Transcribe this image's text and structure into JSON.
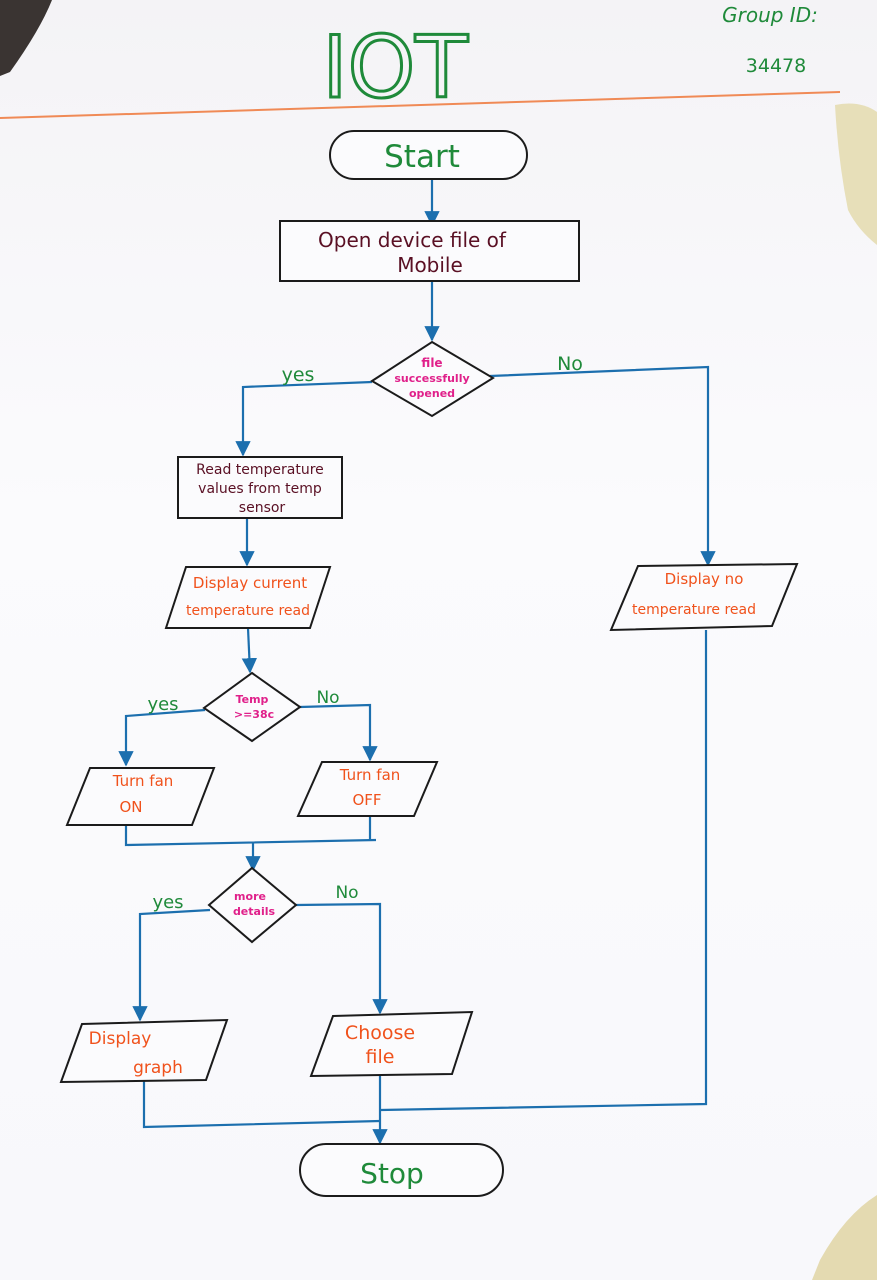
{
  "header": {
    "title": "IOT",
    "group_label": "Group ID:",
    "group_id": "34478"
  },
  "colors": {
    "line_blue": "#1c6fae",
    "green_text": "#1f8a3a",
    "maroon_text": "#5a1024",
    "orange_text": "#f0521c",
    "magenta_text": "#e0208a",
    "header_rule": "#f08a56"
  },
  "flowchart": {
    "start": "Start",
    "open_file": [
      "Open device file of",
      "Mobile"
    ],
    "file_decision": [
      "file",
      "successfully",
      "opened"
    ],
    "yes_1": "yes",
    "no_1": "No",
    "read_temp": [
      "Read temperature",
      "values from temp",
      "sensor"
    ],
    "display_current": [
      "Display current",
      "temperature read"
    ],
    "display_no": [
      "Display no",
      "temperature read"
    ],
    "temp_decision": [
      "Temp",
      ">=38c"
    ],
    "yes_2": "yes",
    "no_2": "No",
    "fan_on": [
      "Turn fan",
      "ON"
    ],
    "fan_off": [
      "Turn fan",
      "OFF"
    ],
    "more_decision": [
      "more",
      "details"
    ],
    "yes_3": "yes",
    "no_3": "No",
    "display_graph": [
      "Display",
      "graph"
    ],
    "choose_file": [
      "Choose",
      "file"
    ],
    "stop": "Stop"
  }
}
